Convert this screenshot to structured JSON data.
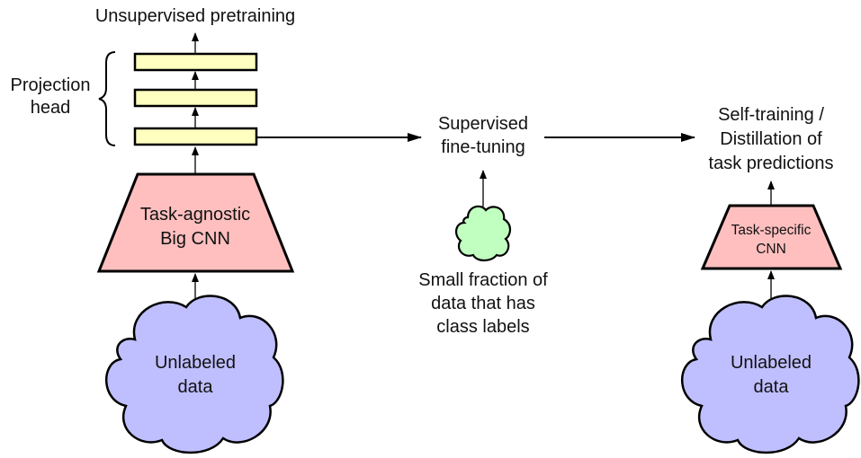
{
  "colors": {
    "projection_layer_fill": "#ffffc0",
    "big_cnn_fill": "#ffbfbf",
    "task_cnn_fill": "#ffbfbf",
    "unlabeled_cloud_fill": "#bfbfff",
    "labeled_cloud_fill": "#c0ffc0",
    "stroke": "#000000"
  },
  "pretraining": {
    "title": "Unsupervised pretraining",
    "projection_head_label": [
      "Projection",
      "head"
    ],
    "projection_layers": 3,
    "big_cnn_label": [
      "Task-agnostic",
      "Big CNN"
    ],
    "data_label": [
      "Unlabeled",
      "data"
    ]
  },
  "finetuning": {
    "title": [
      "Supervised",
      "fine-tuning"
    ],
    "data_label": [
      "Small fraction of",
      "data that has",
      "class labels"
    ]
  },
  "distillation": {
    "title": [
      "Self-training /",
      "Distillation of",
      "task predictions"
    ],
    "task_cnn_label": [
      "Task-specific",
      "CNN"
    ],
    "data_label": [
      "Unlabeled",
      "data"
    ]
  }
}
